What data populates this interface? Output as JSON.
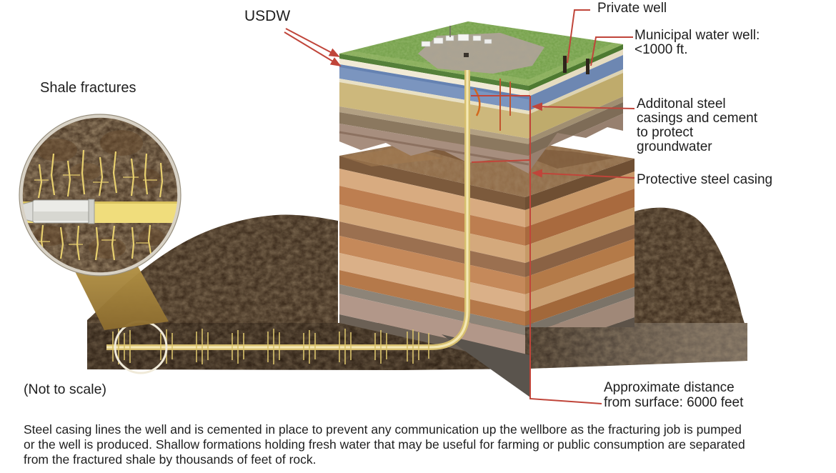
{
  "diagram_title_context": "Hydraulic fracturing well casing diagram",
  "colors": {
    "leader_red": "#c0453a",
    "aquifer_blue": "#7b95bf",
    "well_yellow": "#d7bf6e",
    "grass_green": "#6f9c45",
    "shale_dark": "#342416",
    "text": "#1e1e1e"
  },
  "labels": {
    "usdw": "USDW",
    "private_well": "Private well",
    "municipal_well": [
      "Municipal water well:",
      "<1000 ft."
    ],
    "additional_casings": [
      "Additonal steel",
      "casings and cement",
      "to protect",
      "groundwater"
    ],
    "protective_casing": "Protective steel casing",
    "shale_fractures": "Shale fractures",
    "not_to_scale": "(Not to scale)",
    "approx_distance": [
      "Approximate distance",
      "from surface: 6000 feet"
    ]
  },
  "caption": {
    "lines": [
      "Steel casing lines the well and is cemented in place to prevent any communication up the wellbore as the fracturing job is pumped",
      "or the well is produced. Shallow formations holding fresh water that may be useful for farming or public consumption are separated",
      "from the fractured shale by thousands of feet of rock."
    ]
  }
}
